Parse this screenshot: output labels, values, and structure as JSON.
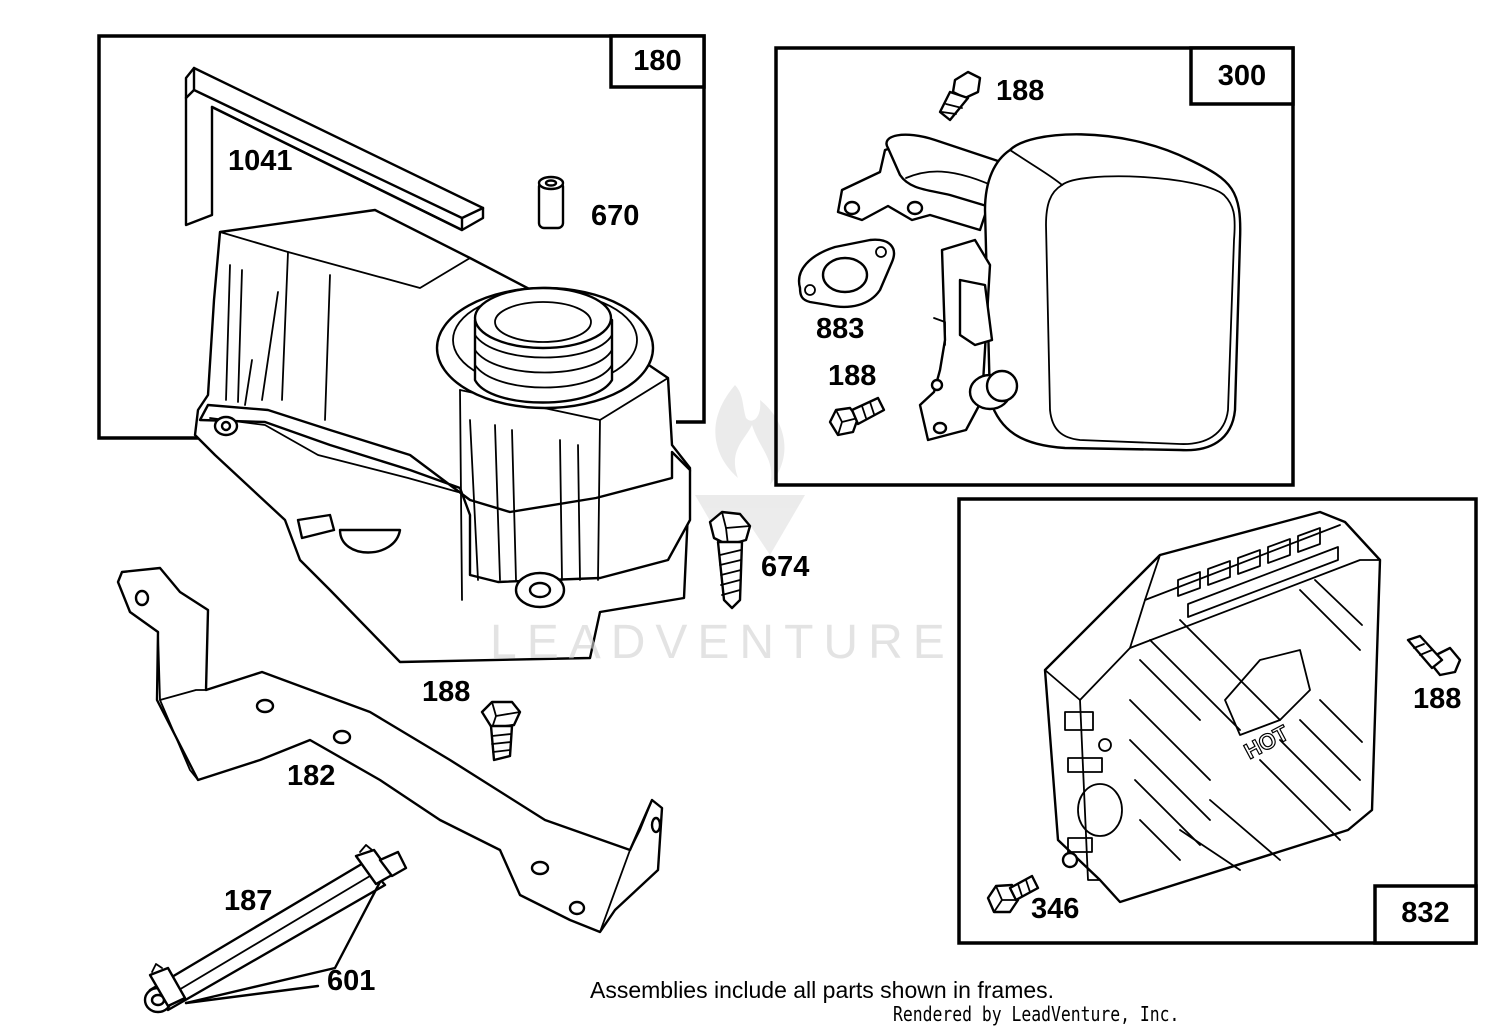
{
  "frames": [
    {
      "id": "180"
    },
    {
      "id": "300"
    },
    {
      "id": "832"
    }
  ],
  "labels": {
    "p1041": "1041",
    "p670": "670",
    "p674": "674",
    "p188_center": "188",
    "p182": "182",
    "p187": "187",
    "p601": "601",
    "p188_muffler_top": "188",
    "p883": "883",
    "p188_muffler_bottom": "188",
    "p188_guard": "188",
    "p346": "346"
  },
  "note": "Assemblies include all parts shown in frames.",
  "credit": "Rendered by LeadVenture, Inc.",
  "watermark": "LEADVENTURE",
  "colors": {
    "line": "#000000",
    "background": "#ffffff",
    "watermark": "#d2d2d2"
  }
}
